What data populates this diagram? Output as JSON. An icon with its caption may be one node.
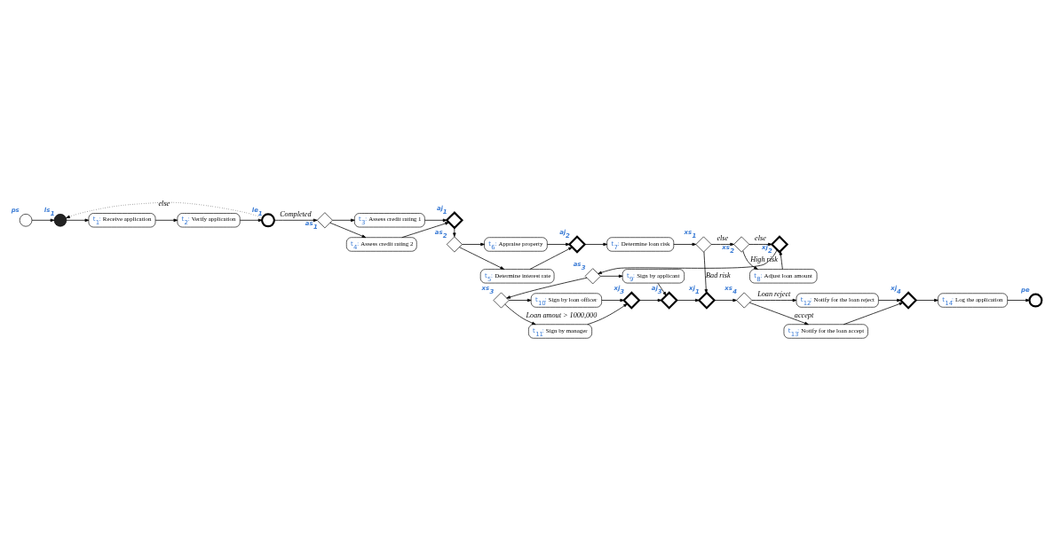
{
  "diagram": {
    "nodes": [
      {
        "text": [],
        "shape": "circle",
        "beside": [
          "ps"
        ]
      },
      {
        "text": [],
        "shape": "circle",
        "beside": [
          "ls$_{1}$"
        ]
      },
      {
        "text": [
          "t$_{1}$: Receive application"
        ]
      },
      {
        "text": [
          "t$_{2}$: Verify application"
        ]
      },
      {
        "text": [],
        "shape": "circle",
        "beside": [
          "le$_{1}$"
        ]
      },
      {
        "text": [],
        "shape": "diamond",
        "beside": [
          "as$_{1}$"
        ]
      },
      {
        "text": [
          "t$_{3}$: Assess credit rating 1"
        ]
      },
      {
        "text": [
          "t$_{4}$: Assess credit rating 2"
        ]
      },
      {
        "text": [],
        "shape": "diamond",
        "beside": [
          "aj$_{1}$"
        ]
      },
      {
        "text": [],
        "shape": "diamond",
        "beside": [
          "as$_{2}$"
        ]
      },
      {
        "text": [
          "t$_{5}$: Determine interest rate"
        ]
      },
      {
        "text": [
          "t$_{6}$: Appraise property"
        ]
      },
      {
        "text": [],
        "shape": "diamond",
        "beside": [
          "aj$_{2}$"
        ]
      },
      {
        "text": [
          "t$_{7}$: Determine loan risk"
        ]
      },
      {
        "text": [],
        "shape": "diamond",
        "beside": [
          "xs$_{1}$"
        ]
      },
      {
        "text": [],
        "shape": "diamond",
        "beside": [
          "xs$_{2}$"
        ]
      },
      {
        "text": [
          "t$_{8}$: Adjust loan amount"
        ]
      },
      {
        "text": [],
        "shape": "diamond",
        "beside": [
          "xj$_{2}$"
        ]
      },
      {
        "text": [],
        "shape": "diamond",
        "beside": [
          "as$_{3}$"
        ]
      },
      {
        "text": [
          "t$_{9}$: Sign by applicant"
        ]
      },
      {
        "text": [],
        "shape": "diamond",
        "beside": [
          "xs$_{3}$"
        ]
      },
      {
        "text": [
          "t$_{10}$: Sign by loan officer"
        ]
      },
      {
        "text": [
          "t$_{11}$: Sign by manager"
        ]
      },
      {
        "text": [],
        "shape": "diamond",
        "beside": [
          "xj$_{3}$"
        ]
      },
      {
        "text": [],
        "shape": "diamond",
        "beside": [
          "aj$_{3}$"
        ]
      },
      {
        "text": [],
        "shape": "diamond",
        "beside": [
          "xj$_{1}$"
        ]
      },
      {
        "text": [],
        "shape": "diamond",
        "beside": [
          "xs$_{4}$"
        ]
      },
      {
        "text": [
          "t$_{12}$: Notify for the loan reject"
        ]
      },
      {
        "text": [
          "t$_{13}$: Notify for the loan accept"
        ]
      },
      {
        "text": [],
        "shape": "diamond",
        "beside": [
          "xj$_{4}$"
        ]
      },
      {
        "text": [
          "t$_{14}$: Log the application"
        ]
      },
      {
        "text": [],
        "shape": "circle",
        "beside": [
          "pe"
        ]
      }
    ],
    "edges": [
      {
        "from": 0,
        "to": 1,
        "arrow": "to"
      },
      {
        "from": 1,
        "to": 2,
        "arrow": "to"
      },
      {
        "from": 2,
        "to": 3,
        "arrow": "to"
      },
      {
        "from": 3,
        "to": 4,
        "arrow": "to"
      },
      {
        "from": 4,
        "to": 1,
        "arrow": "to",
        "label": "else",
        "style": "dashed"
      },
      {
        "from": 4,
        "to": 5,
        "arrow": "to",
        "label": "Completed"
      },
      {
        "from": 5,
        "to": 6,
        "arrow": "to"
      },
      {
        "from": 5,
        "to": 7,
        "arrow": "to"
      },
      {
        "from": 6,
        "to": 8,
        "arrow": "to"
      },
      {
        "from": 7,
        "to": 8,
        "arrow": "to"
      },
      {
        "from": 8,
        "to": 9,
        "arrow": "to"
      },
      {
        "from": 9,
        "to": 10,
        "arrow": "to"
      },
      {
        "from": 9,
        "to": 11,
        "arrow": "to"
      },
      {
        "from": 10,
        "to": 12,
        "arrow": "to"
      },
      {
        "from": 11,
        "to": 12,
        "arrow": "to"
      },
      {
        "from": 12,
        "to": 13,
        "arrow": "to"
      },
      {
        "from": 13,
        "to": 14,
        "arrow": "to"
      },
      {
        "from": 14,
        "to": 15,
        "arrow": "to",
        "label": "else"
      },
      {
        "from": 14,
        "to": 25,
        "arrow": "to",
        "label": "Bad risk"
      },
      {
        "from": 15,
        "to": 16,
        "arrow": "to",
        "label": "High risk"
      },
      {
        "from": 15,
        "to": 17,
        "arrow": "to",
        "label": "else"
      },
      {
        "from": 16,
        "to": 17,
        "arrow": "to"
      },
      {
        "from": 17,
        "to": 18,
        "arrow": "to"
      },
      {
        "from": 18,
        "to": 19,
        "arrow": "to"
      },
      {
        "from": 18,
        "to": 20,
        "arrow": "to"
      },
      {
        "from": 19,
        "to": 24,
        "arrow": "to"
      },
      {
        "from": 20,
        "to": 21,
        "arrow": "to"
      },
      {
        "from": 20,
        "to": 22,
        "arrow": "to",
        "label": "Loan amout > 1000,000"
      },
      {
        "from": 21,
        "to": 23,
        "arrow": "to"
      },
      {
        "from": 22,
        "to": 23,
        "arrow": "to"
      },
      {
        "from": 23,
        "to": 24,
        "arrow": "to"
      },
      {
        "from": 24,
        "to": 25,
        "arrow": "to"
      },
      {
        "from": 25,
        "to": 26,
        "arrow": "to"
      },
      {
        "from": 26,
        "to": 27,
        "arrow": "to",
        "label": "Loan reject"
      },
      {
        "from": 26,
        "to": 28,
        "arrow": "to",
        "label": "accept"
      },
      {
        "from": 27,
        "to": 29,
        "arrow": "to"
      },
      {
        "from": 28,
        "to": 29,
        "arrow": "to"
      },
      {
        "from": 29,
        "to": 30,
        "arrow": "to"
      },
      {
        "from": 30,
        "to": 31,
        "arrow": "to"
      }
    ]
  }
}
